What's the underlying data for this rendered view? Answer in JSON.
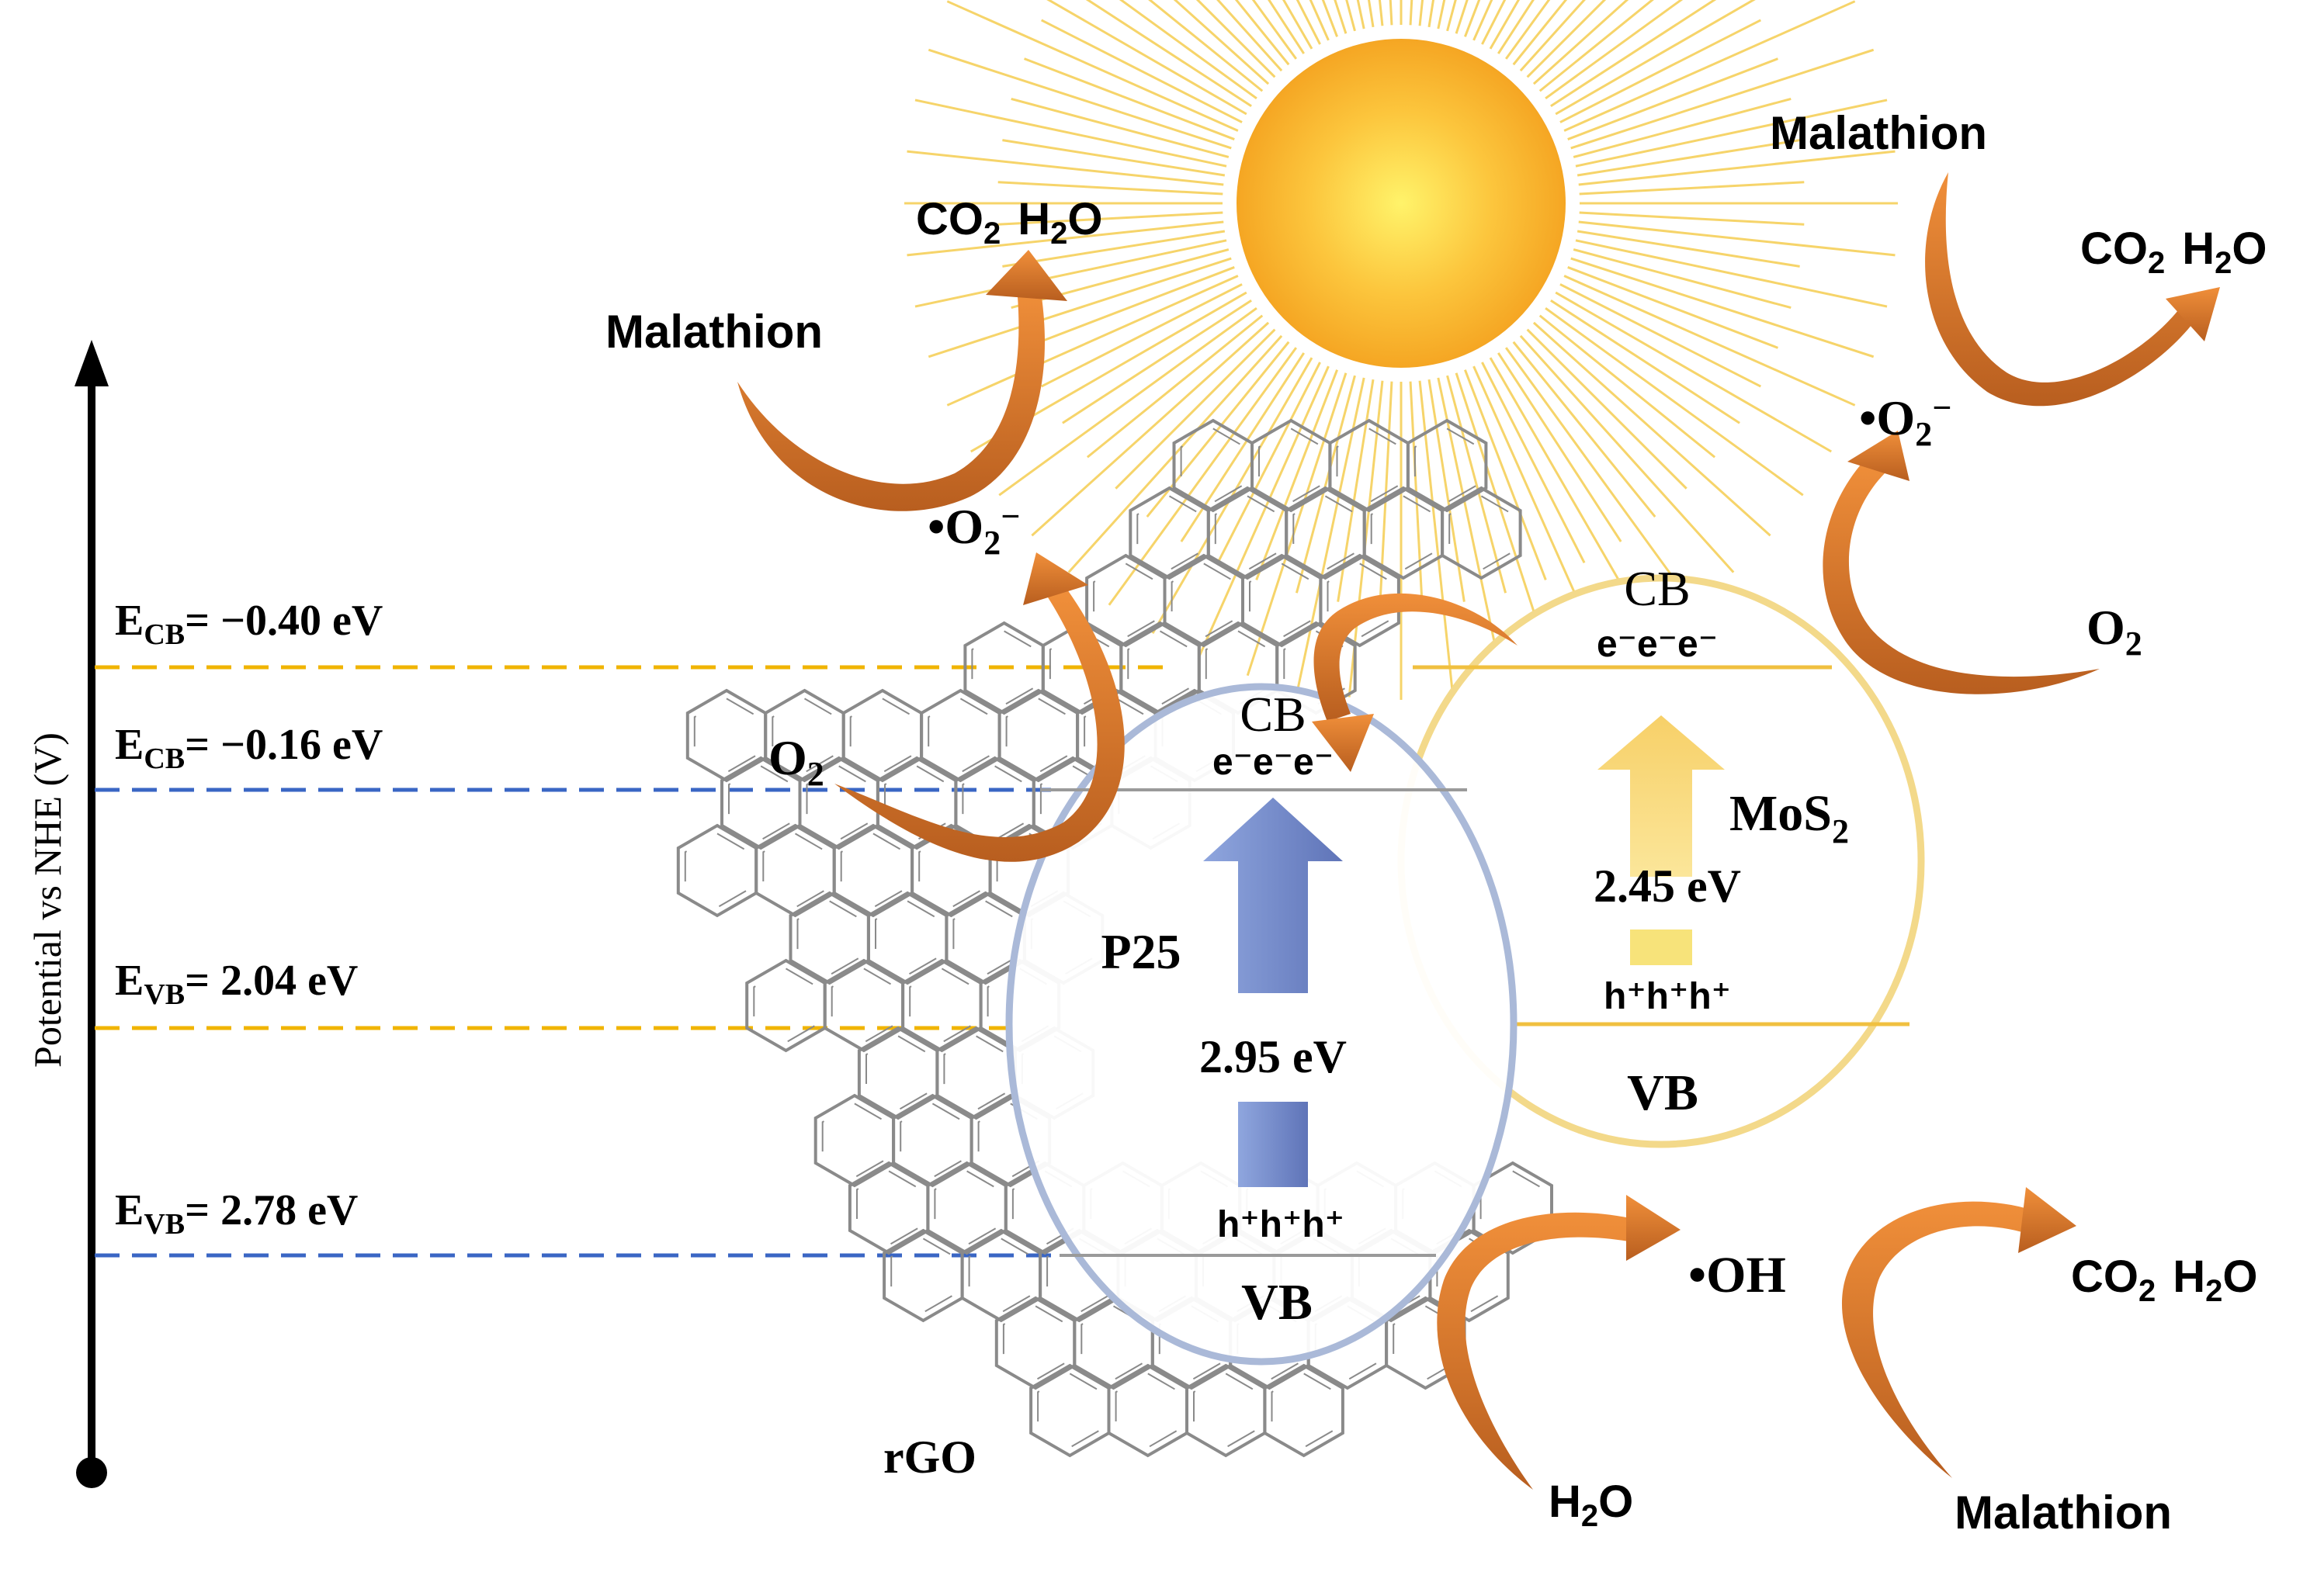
{
  "axis": {
    "label": "Potential vs NHE (V)"
  },
  "levels": [
    {
      "sub": "CB",
      "value": "= −0.40 eV",
      "color": "#f0b400"
    },
    {
      "sub": "CB",
      "value": "= −0.16 eV",
      "color": "#3a66c4"
    },
    {
      "sub": "VB",
      "value": "= 2.04 eV",
      "color": "#f0b400"
    },
    {
      "sub": "VB",
      "value": "= 2.78 eV",
      "color": "#3a66c4"
    }
  ],
  "p25": {
    "name": "P25",
    "cb": "CB",
    "vb": "VB",
    "electrons": "e⁻e⁻e⁻",
    "holes": "h⁺h⁺h⁺",
    "gap": "2.95 eV",
    "color": "#7b8fcc"
  },
  "mos2": {
    "name_main": "MoS",
    "name_sub": "2",
    "cb": "CB",
    "vb": "VB",
    "electrons": "e⁻e⁻e⁻",
    "holes": "h⁺h⁺h⁺",
    "gap": "2.45 eV",
    "color": "#f7d670"
  },
  "support": {
    "name": "rGO"
  },
  "species": {
    "radical_prefix": "•",
    "o2_main": "O",
    "o2_sub": "2",
    "superoxide_sup": "−",
    "oh": "•OH",
    "h2o_main": "H",
    "h2o_sub": "2",
    "h2o_end": "O",
    "co2_main": "CO",
    "co2_sub": "2",
    "pollutant": "Malathion"
  },
  "colors": {
    "arrow": "#e88a3c",
    "sun": "#f7b731",
    "rays": "#f6d46a"
  }
}
